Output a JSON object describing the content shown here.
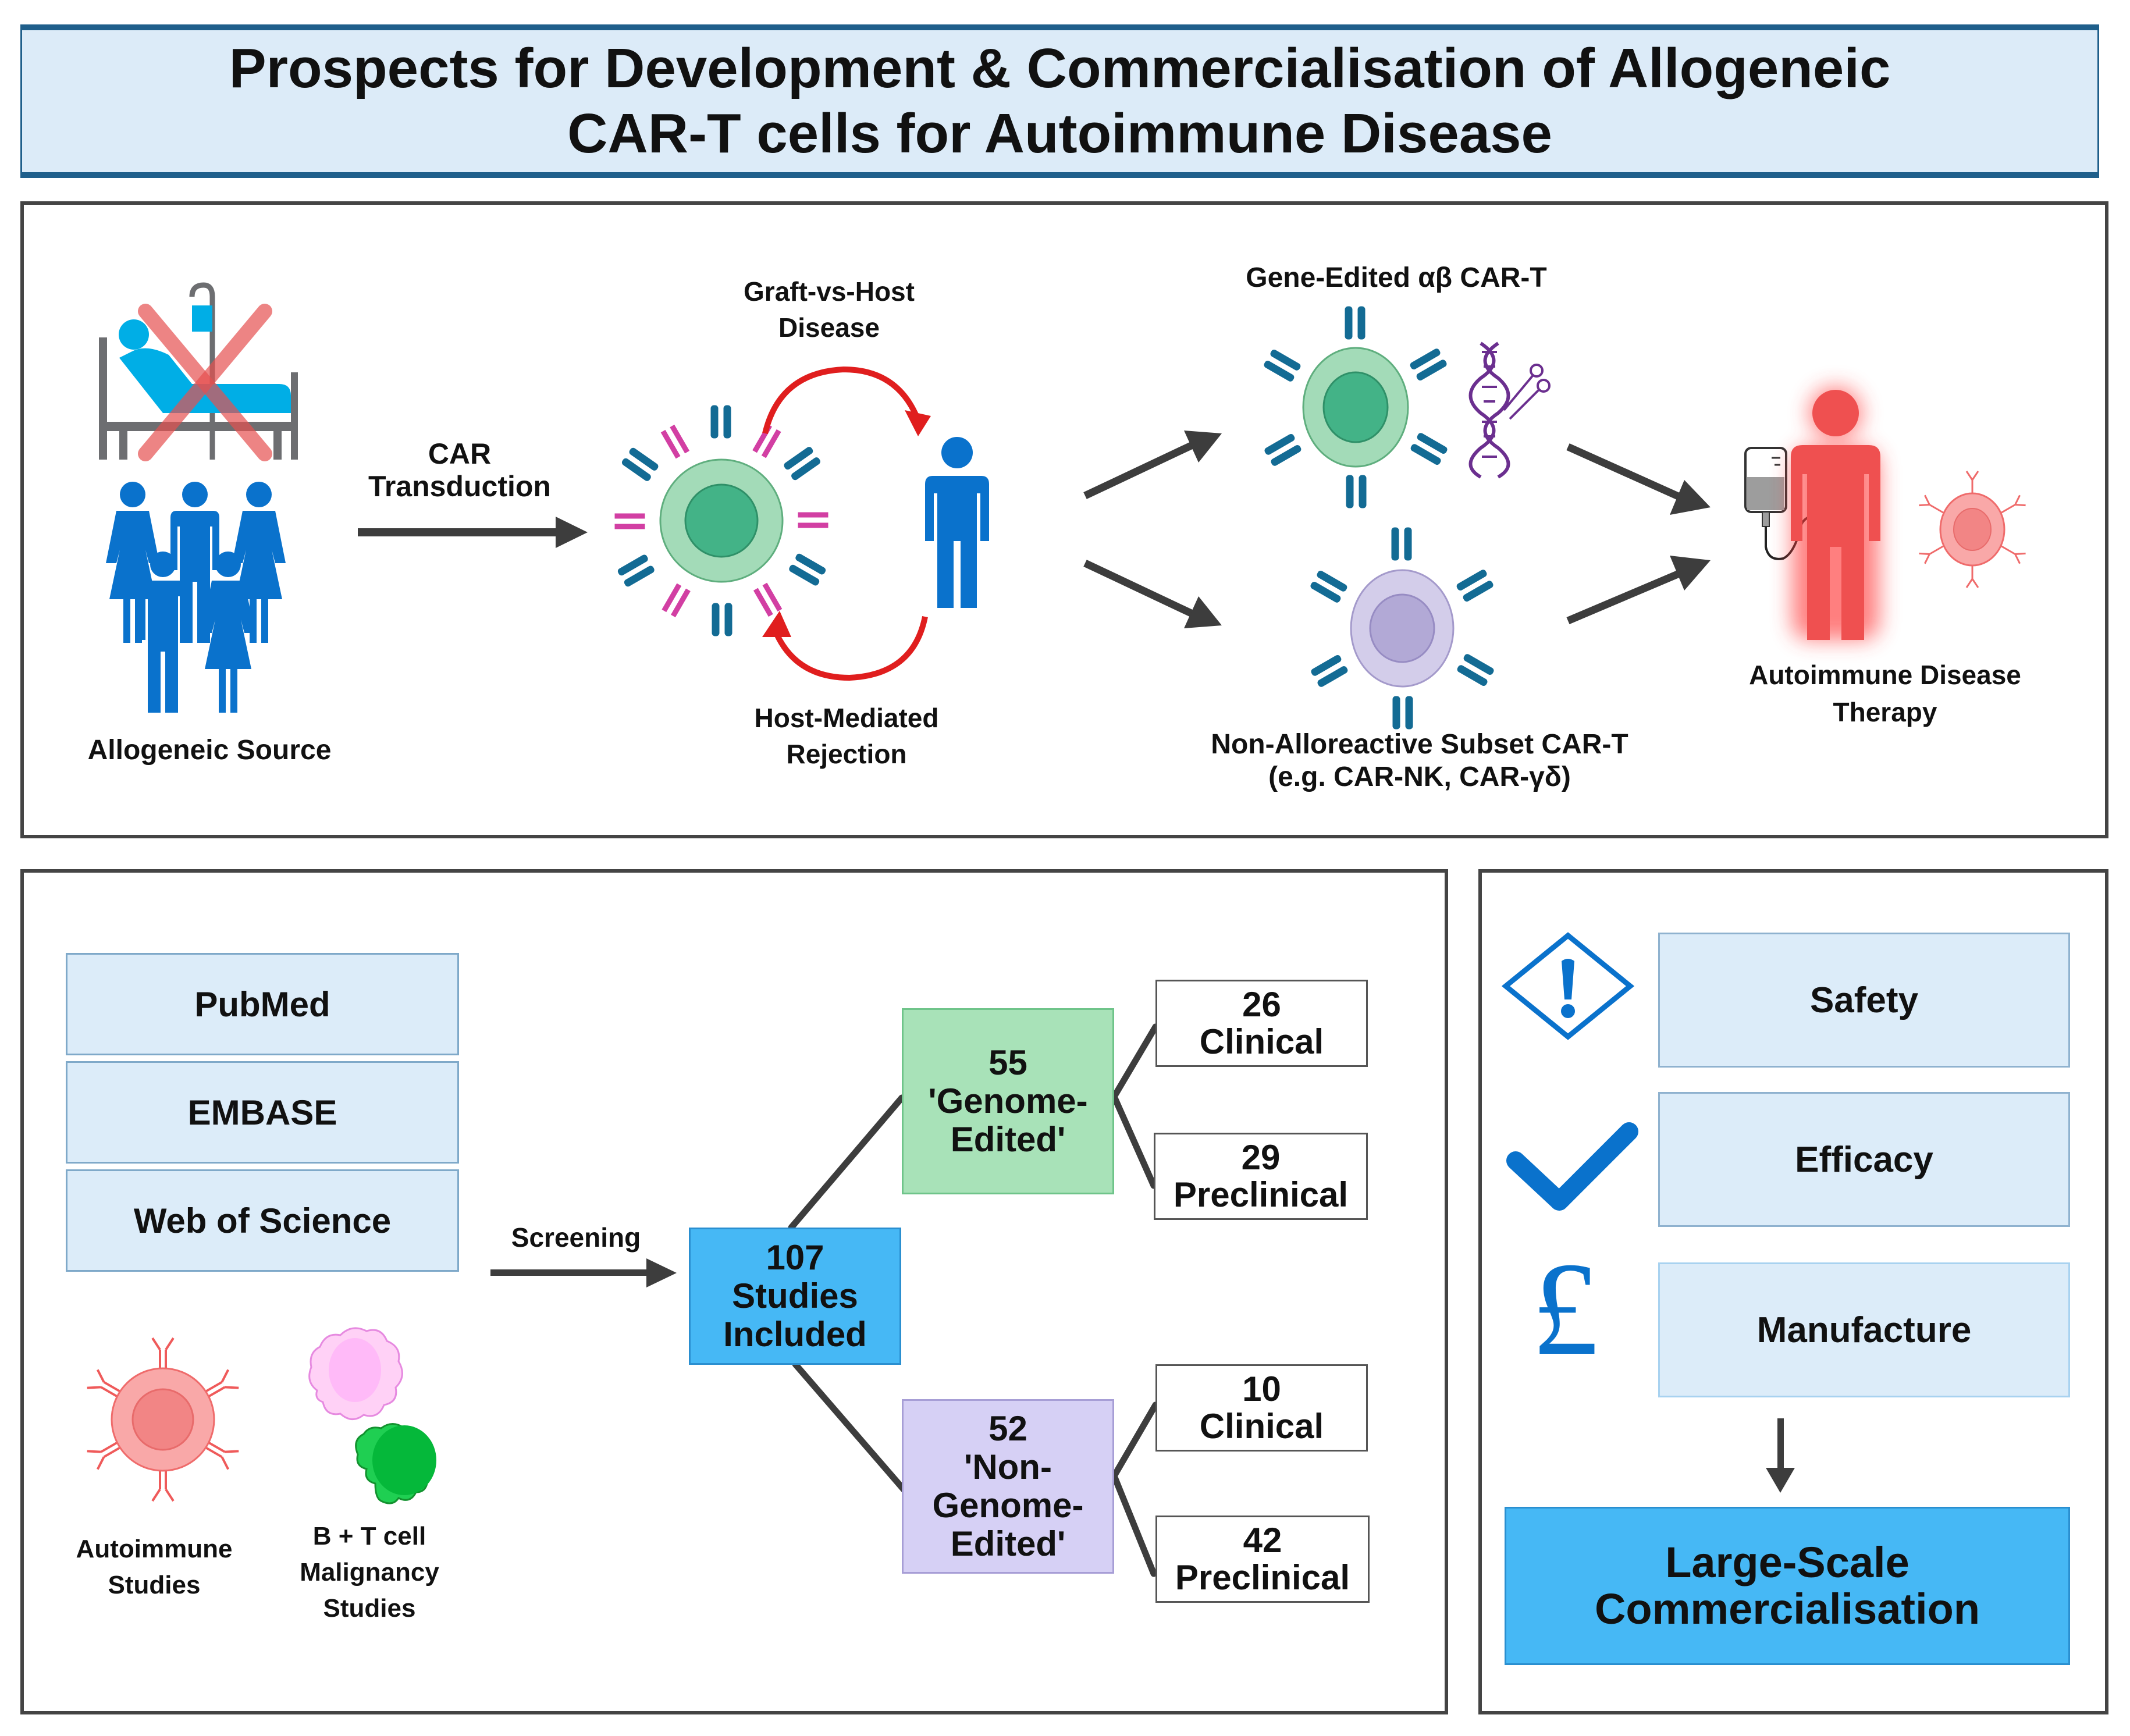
{
  "title": {
    "line1": "Prospects for Development & Commercialisation of Allogeneic",
    "line2": "CAR-T cells for Autoimmune Disease"
  },
  "top_panel": {
    "source_label": "Allogeneic Source",
    "transduction_label_1": "CAR",
    "transduction_label_2": "Transduction",
    "gvhd_label_1": "Graft-vs-Host",
    "gvhd_label_2": "Disease",
    "rejection_label_1": "Host-Mediated",
    "rejection_label_2": "Rejection",
    "gene_edited_label": "Gene-Edited αβ CAR-T",
    "non_allo_label_1": "Non-Alloreactive Subset CAR-T",
    "non_allo_label_2": "(e.g. CAR-NK, CAR-γδ)",
    "therapy_label_1": "Autoimmune Disease",
    "therapy_label_2": "Therapy",
    "icons": [
      "hospital-bed-icon",
      "cross-out-icon",
      "people-group-icon",
      "car-t-cell-icon",
      "person-icon",
      "dna-scissors-icon",
      "iv-bag-icon",
      "patient-icon",
      "autoimmune-cell-icon"
    ]
  },
  "review_panel": {
    "databases": [
      "PubMed",
      "EMBASE",
      "Web of Science"
    ],
    "screening_label": "Screening",
    "autoimmune_label_1": "Autoimmune",
    "autoimmune_label_2": "Studies",
    "malignancy_label_1": "B + T cell",
    "malignancy_label_2": "Malignancy",
    "malignancy_label_3": "Studies",
    "included": {
      "count": "107",
      "line1": "Studies",
      "line2": "Included"
    },
    "genome_edited": {
      "count": "55",
      "line1": "'Genome-",
      "line2": "Edited'"
    },
    "non_genome_edited": {
      "count": "52",
      "line1": "'Non-",
      "line2": "Genome-",
      "line3": "Edited'"
    },
    "ge_clinical": {
      "count": "26",
      "label": "Clinical"
    },
    "ge_preclinical": {
      "count": "29",
      "label": "Preclinical"
    },
    "nge_clinical": {
      "count": "10",
      "label": "Clinical"
    },
    "nge_preclinical": {
      "count": "42",
      "label": "Preclinical"
    }
  },
  "criteria_panel": {
    "items": [
      "Safety",
      "Efficacy",
      "Manufacture"
    ],
    "icons": [
      "warning-diamond-icon",
      "checkmark-icon",
      "pound-sign-icon"
    ],
    "pound_glyph": "£",
    "outcome_line1": "Large-Scale",
    "outcome_line2": "Commercialisation"
  },
  "colors": {
    "title_bg": "#dcebf8",
    "title_border": "#1f5f8b",
    "icon_blue": "#0a72cc",
    "included_blue": "#46b8f5",
    "genome_green": "#a8e2b8",
    "non_genome_purple": "#d6d0f5",
    "arrow_red": "#e01e1e",
    "patient_red": "#ef5050"
  }
}
